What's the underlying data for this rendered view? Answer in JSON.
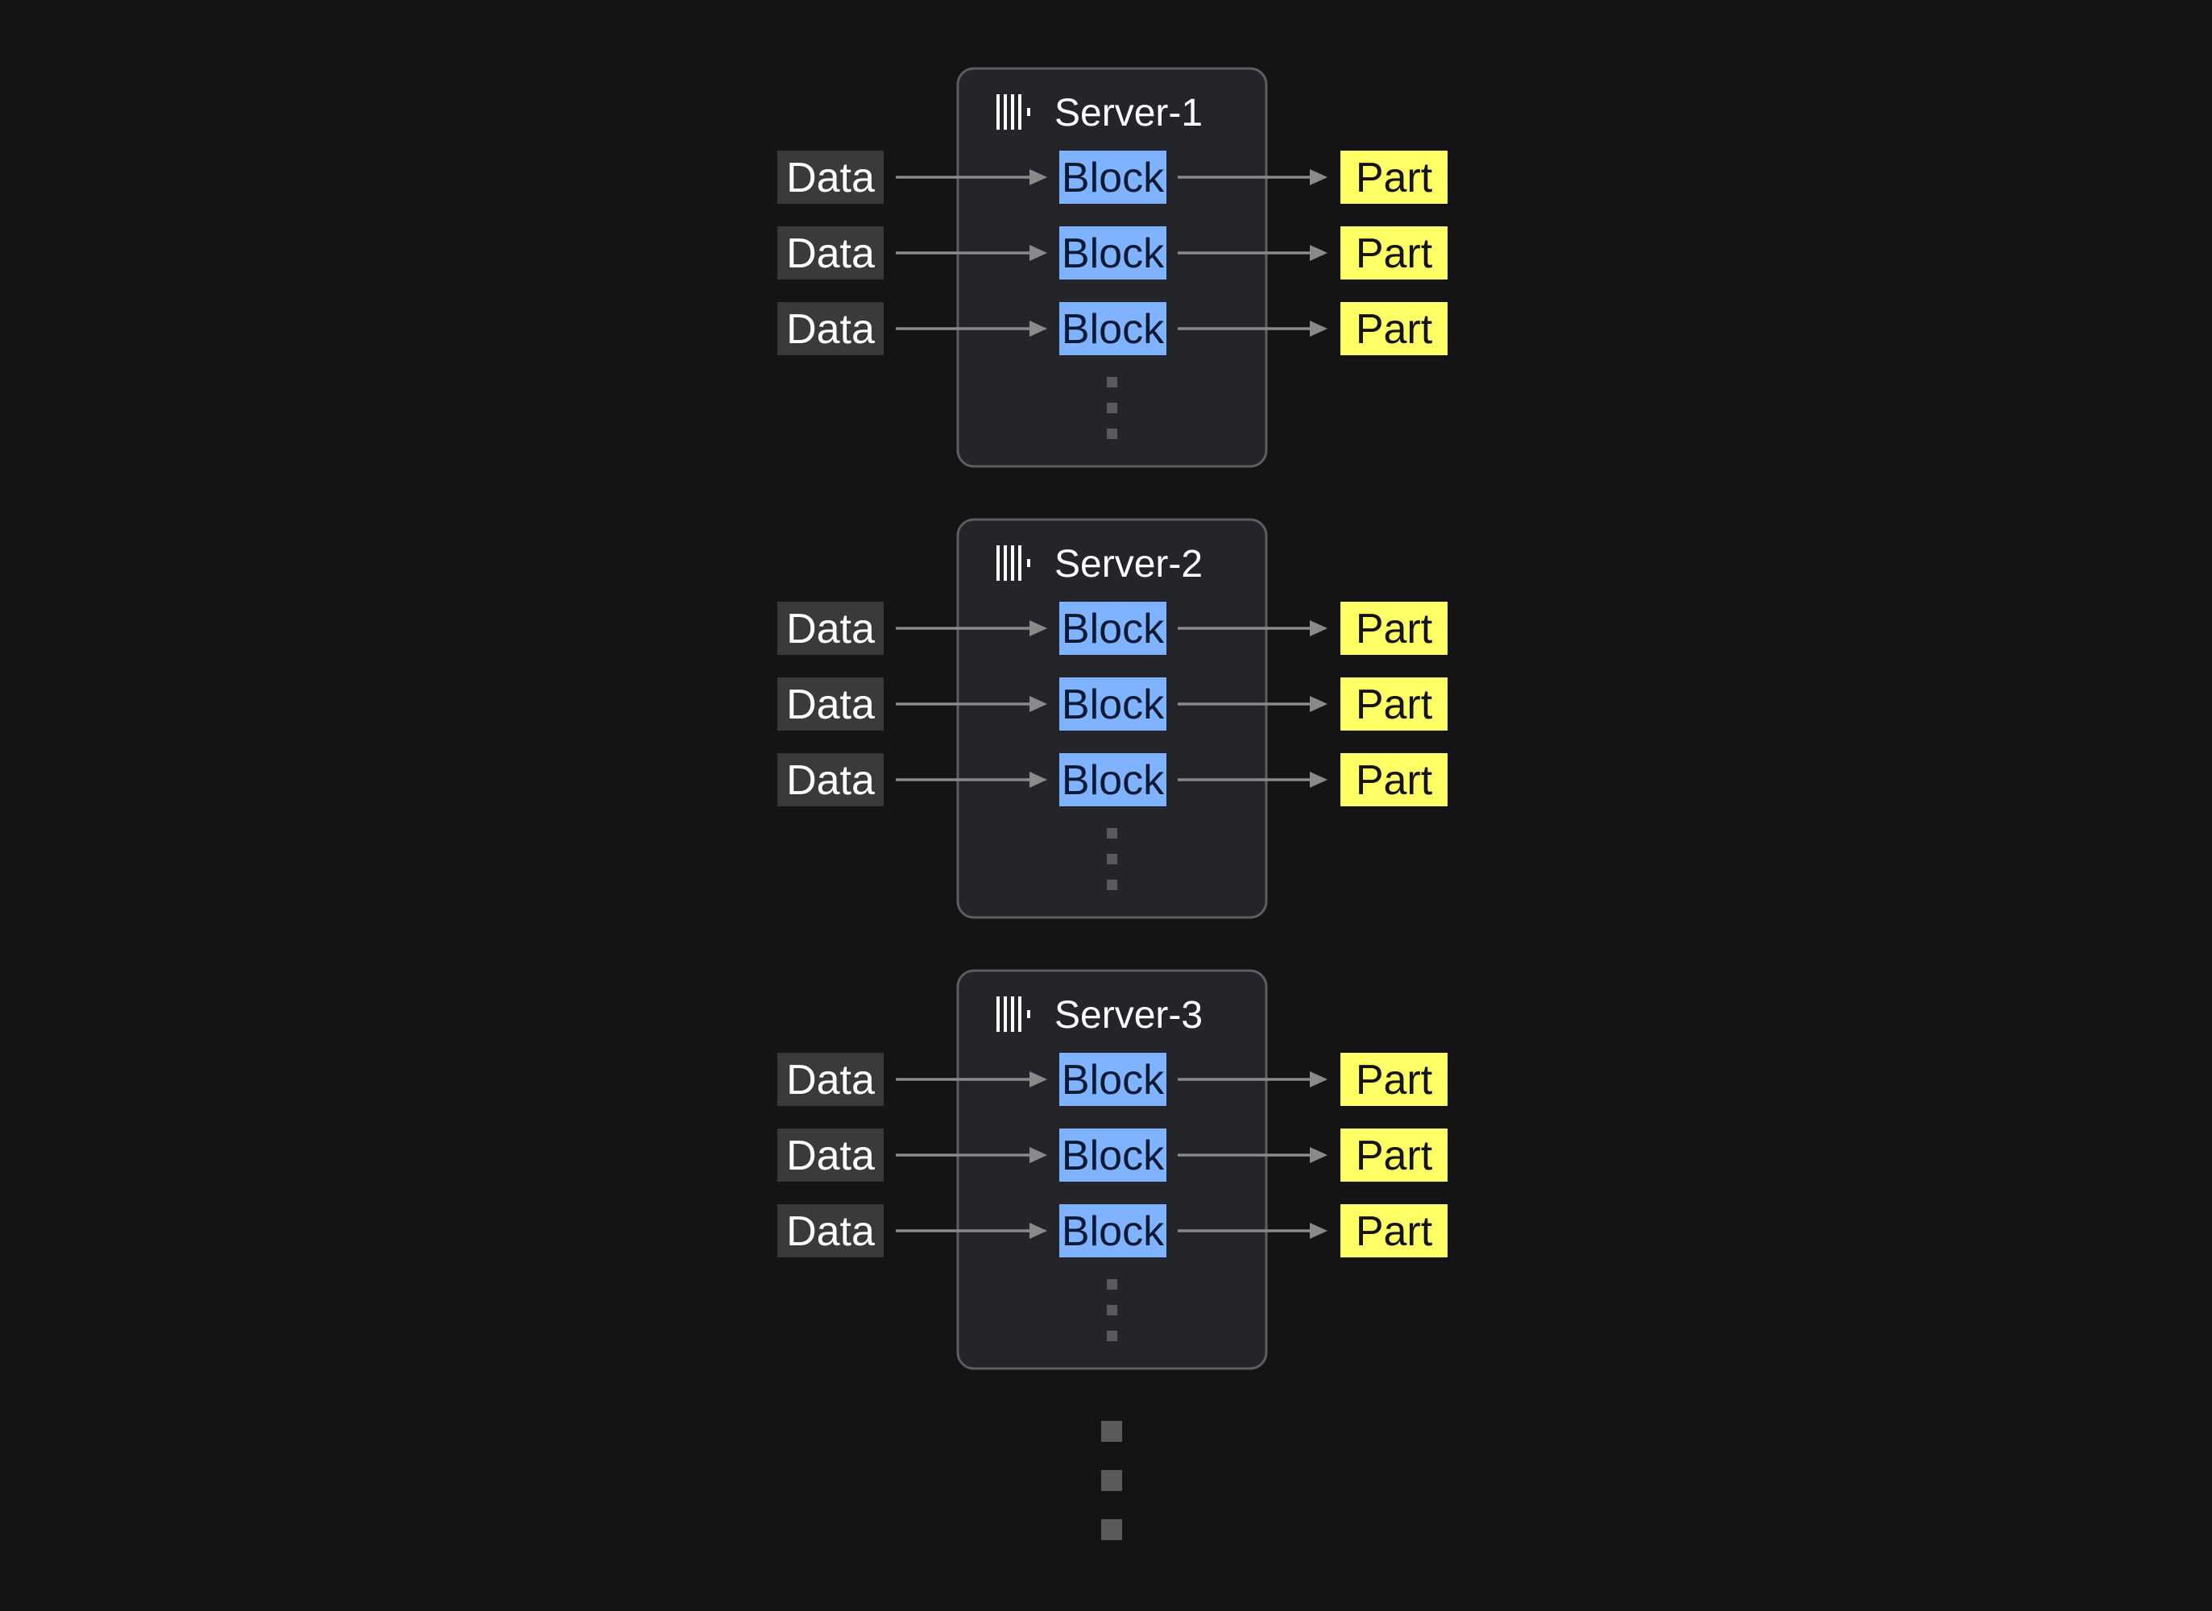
{
  "servers": [
    {
      "title": "Server-1",
      "icon": "server-columns-icon",
      "rows": [
        {
          "input": "Data",
          "block": "Block",
          "output": "Part"
        },
        {
          "input": "Data",
          "block": "Block",
          "output": "Part"
        },
        {
          "input": "Data",
          "block": "Block",
          "output": "Part"
        }
      ]
    },
    {
      "title": "Server-2",
      "icon": "server-columns-icon",
      "rows": [
        {
          "input": "Data",
          "block": "Block",
          "output": "Part"
        },
        {
          "input": "Data",
          "block": "Block",
          "output": "Part"
        },
        {
          "input": "Data",
          "block": "Block",
          "output": "Part"
        }
      ]
    },
    {
      "title": "Server-3",
      "icon": "server-columns-icon",
      "rows": [
        {
          "input": "Data",
          "block": "Block",
          "output": "Part"
        },
        {
          "input": "Data",
          "block": "Block",
          "output": "Part"
        },
        {
          "input": "Data",
          "block": "Block",
          "output": "Part"
        }
      ]
    }
  ],
  "colors": {
    "background": "#141414",
    "server_fill": "#23252b",
    "server_stroke": "#5c5e63",
    "data": "#3a3a3a",
    "block": "#7fb3ff",
    "part": "#ffff66",
    "connector": "#8a8a8a",
    "ellipsis": "#5a5a5a"
  }
}
